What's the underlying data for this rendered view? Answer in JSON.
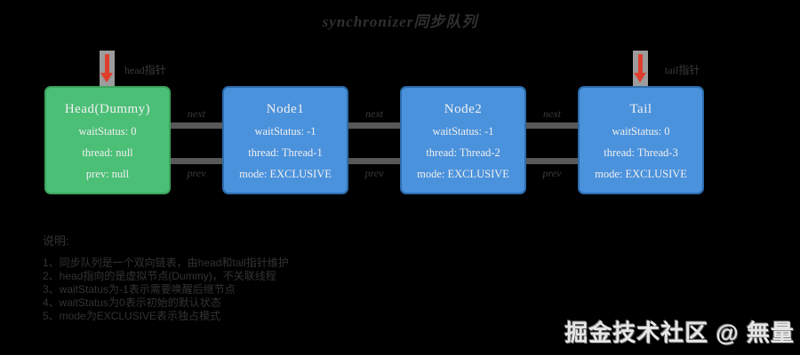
{
  "title": "synchronizer同步队列",
  "pointers": {
    "head_label": "head指针",
    "tail_label": "tail指针"
  },
  "edges": {
    "next_label": "next",
    "prev_label": "prev"
  },
  "nodes": [
    {
      "name": "Head(Dummy)",
      "rows": [
        "waitStatus: 0",
        "thread: null",
        "prev: null"
      ]
    },
    {
      "name": "Node1",
      "rows": [
        "waitStatus: -1",
        "thread: Thread-1",
        "mode: EXCLUSIVE"
      ]
    },
    {
      "name": "Node2",
      "rows": [
        "waitStatus: -1",
        "thread: Thread-2",
        "mode: EXCLUSIVE"
      ]
    },
    {
      "name": "Tail",
      "rows": [
        "waitStatus: 0",
        "thread: Thread-3",
        "mode: EXCLUSIVE"
      ]
    }
  ],
  "notes": {
    "heading": "说明:",
    "lines": [
      "1、同步队列是一个双向链表，由head和tail指针维护",
      "2、head指向的是虚拟节点(Dummy)，不关联线程",
      "3、waitStatus为-1表示需要唤醒后继节点",
      "4、waitStatus为0表示初始的默认状态",
      "5、mode为EXCLUSIVE表示独占模式"
    ]
  },
  "watermark": "掘金技术社区 @ 無量",
  "colors": {
    "background": "#000000",
    "head_box_fill": "#4cbf77",
    "head_box_border": "#3aa55e",
    "node_box_fill": "#4b92dc",
    "node_box_border": "#2d6cad",
    "connector_bar": "#585858",
    "pointer_strip": "#9c9c9c",
    "pointer_arrow_red": "#df3e2d",
    "dim_label_text": "#3a3a3a",
    "box_text": "#f0f0f0"
  }
}
